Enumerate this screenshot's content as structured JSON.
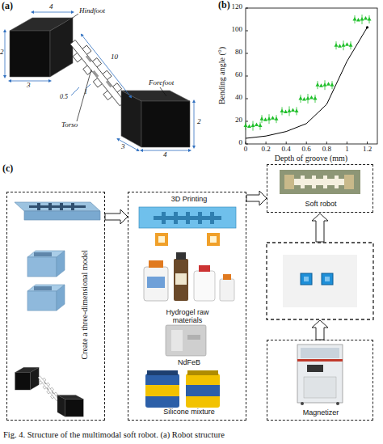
{
  "diagram": {
    "caption": "Fig. 4. Structure of the multimodal soft robot. (a) Robot structure",
    "nodes": [
      {
        "text": [
          "Create a three-dimensional model"
        ]
      },
      {
        "text": [
          "3D Printing",
          "Hydrogel raw materials",
          "NdFeB",
          "Silicone mixture"
        ]
      },
      {
        "text": [
          "Soft robot"
        ]
      },
      {
        "text": [
          "Magnetizer"
        ]
      }
    ],
    "edges": [
      {
        "from": 0,
        "to": 1,
        "arrow": "to"
      },
      {
        "from": 1,
        "to": 2,
        "arrow": "to"
      }
    ],
    "labels": [
      "(a)",
      "Hindfoot",
      "4",
      "2",
      "3",
      "10",
      "0.5",
      "1",
      "Torso",
      "Forefoot",
      "3",
      "4",
      "2",
      "(b)",
      "120",
      "100",
      "80",
      "60",
      "40",
      "20",
      "0",
      "0",
      "0.2",
      "0.4",
      "0.6",
      "0.8",
      "1",
      "1.2",
      "Bending angle (°)",
      "Depth of groove (mm)",
      "(c)"
    ]
  }
}
